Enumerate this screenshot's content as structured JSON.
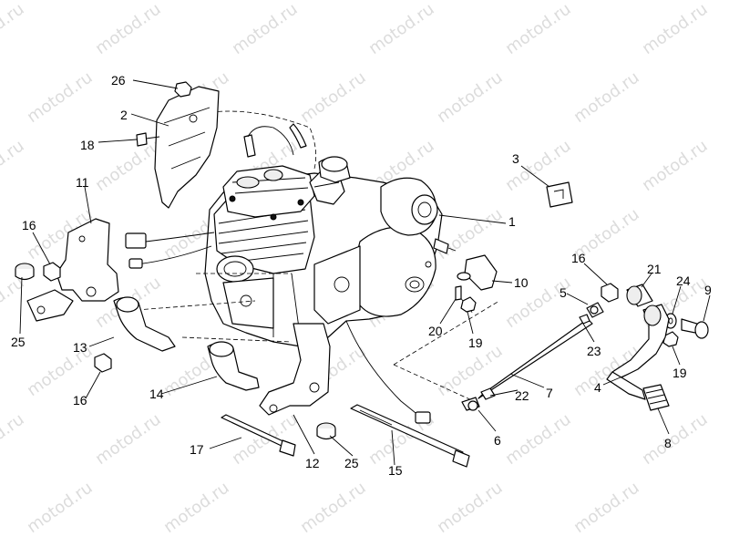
{
  "watermark": {
    "text": "motod.ru",
    "color": "#dcdcdc"
  },
  "callouts": {
    "p1": "1",
    "p2": "2",
    "p3": "3",
    "p4": "4",
    "p5": "5",
    "p6": "6",
    "p7": "7",
    "p8": "8",
    "p9": "9",
    "p10": "10",
    "p11": "11",
    "p12": "12",
    "p13": "13",
    "p14": "14",
    "p15": "15",
    "p16a": "16",
    "p16b": "16",
    "p16c": "16",
    "p17": "17",
    "p18": "18",
    "p19a": "19",
    "p19b": "19",
    "p20": "20",
    "p21": "21",
    "p22": "22",
    "p23": "23",
    "p24": "24",
    "p25a": "25",
    "p25b": "25",
    "p26": "26"
  }
}
